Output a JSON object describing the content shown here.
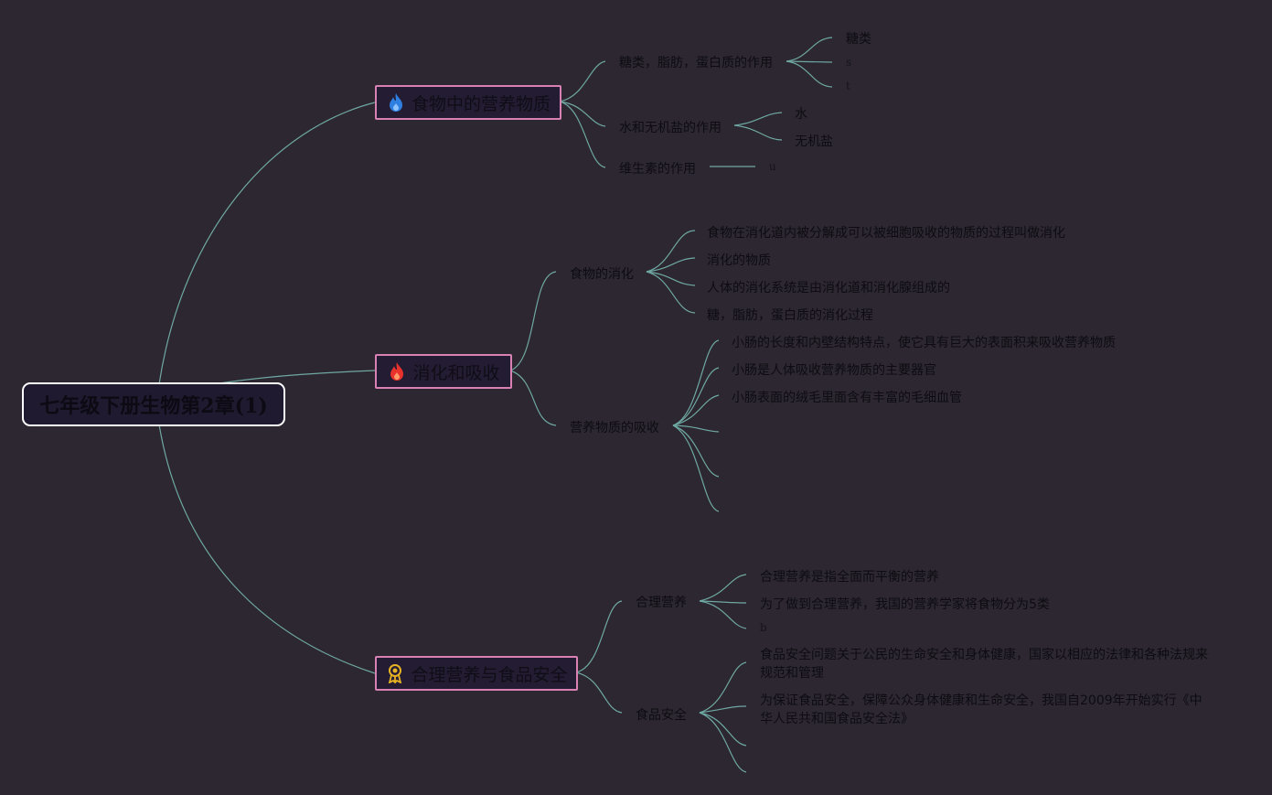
{
  "root": {
    "title": "七年级下册生物第2章(1)"
  },
  "branches": {
    "nutrition": {
      "label": "食物中的营养物质",
      "icon": "flame-icon",
      "icon_color": "#2f7fe0",
      "children": {
        "sugar_fat_protein": {
          "label": "糖类，脂肪，蛋白质的作用",
          "items": [
            "糖类",
            "s",
            "t"
          ]
        },
        "water_minerals": {
          "label": "水和无机盐的作用",
          "items": [
            "水",
            "无机盐"
          ]
        },
        "vitamins": {
          "label": "维生素的作用",
          "items": [
            "u"
          ]
        }
      }
    },
    "digestion": {
      "label": "消化和吸收",
      "icon": "flame-icon",
      "icon_color": "#e8322b",
      "children": {
        "food_digestion": {
          "label": "食物的消化",
          "items": [
            "食物在消化道内被分解成可以被细胞吸收的物质的过程叫做消化",
            "消化的物质",
            "人体的消化系统是由消化道和消化腺组成的",
            "糖，脂肪，蛋白质的消化过程"
          ]
        },
        "absorption": {
          "label": "营养物质的吸收",
          "items": [
            "小肠的长度和内壁结构特点，使它具有巨大的表面积来吸收营养物质",
            "小肠是人体吸收营养物质的主要器官",
            "小肠表面的绒毛里面含有丰富的毛细血管"
          ]
        }
      }
    },
    "diet": {
      "label": "合理营养与食品安全",
      "icon": "award-ribbon-icon",
      "icon_color": "#e8b225",
      "children": {
        "balanced": {
          "label": "合理营养",
          "items": [
            "合理营养是指全面而平衡的营养",
            "为了做到合理营养，我国的营养学家将食物分为5类",
            "b"
          ]
        },
        "safety": {
          "label": "食品安全",
          "items": [
            "食品安全问题关于公民的生命安全和身体健康，国家以相应的法律和各种法规来规范和管理",
            "为保证食品安全，保障公众身体健康和生命安全，我国自2009年开始实行《中华人民共和国食品安全法》"
          ]
        }
      }
    }
  },
  "colors": {
    "background": "#2c2731",
    "connector": "#6fa8a2",
    "root_border": "#ffffff",
    "branch_border": "#d981b3",
    "branch_fill": "#231c33"
  }
}
